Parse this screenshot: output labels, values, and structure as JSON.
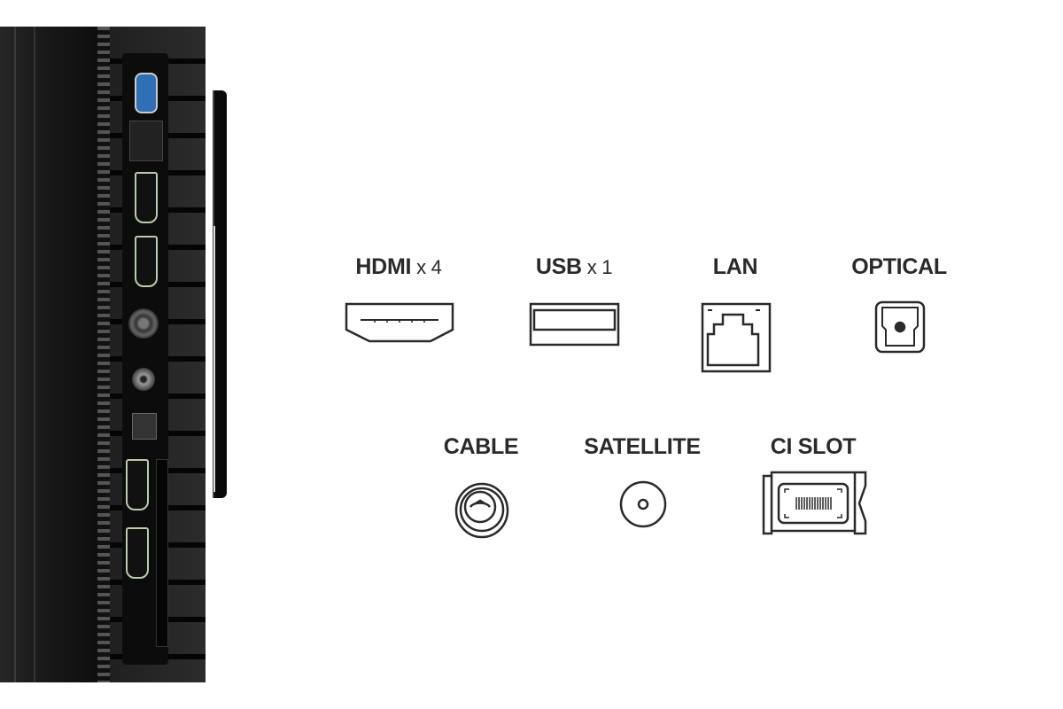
{
  "ports": [
    {
      "id": "hdmi",
      "name": "HDMI",
      "count": "x 4",
      "icon": "hdmi-port-icon"
    },
    {
      "id": "usb",
      "name": "USB",
      "count": "x 1",
      "icon": "usb-port-icon"
    },
    {
      "id": "lan",
      "name": "LAN",
      "icon": "ethernet-port-icon"
    },
    {
      "id": "optical",
      "name": "OPTICAL",
      "icon": "optical-port-icon"
    },
    {
      "id": "cable",
      "name": "CABLE",
      "icon": "coax-cable-icon"
    },
    {
      "id": "satellite",
      "name": "SATELLITE",
      "icon": "satellite-connector-icon"
    },
    {
      "id": "ci",
      "name": "CI SLOT",
      "icon": "ci-slot-icon"
    }
  ],
  "colors": {
    "tv_body": "#1c1c1c",
    "port_blue": "#2f6fb5",
    "icon_stroke": "#2a2a2a"
  }
}
